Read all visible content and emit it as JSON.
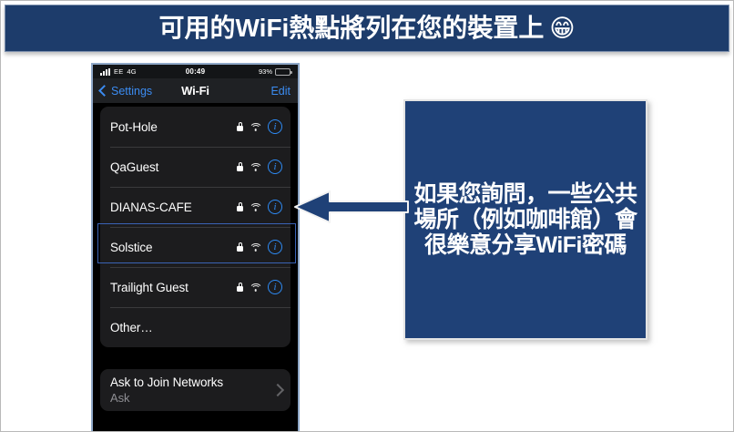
{
  "banner": {
    "text": "可用的WiFi熱點將列在您的裝置上",
    "emoji": "😁",
    "bg_color": "#1d3c6b",
    "text_color": "#ffffff"
  },
  "phone": {
    "status_bar": {
      "signal_icon": "signal-bars-icon",
      "carrier": "EE",
      "network_type": "4G",
      "time": "00:49",
      "battery_percent": "93%",
      "battery_icon": "battery-icon"
    },
    "nav_bar": {
      "back_label": "Settings",
      "back_icon": "chevron-left-icon",
      "title": "Wi-Fi",
      "edit_label": "Edit",
      "accent_color": "#3b8cf2"
    },
    "networks": [
      {
        "ssid": "Pot-Hole",
        "locked": true,
        "has_wifi": true,
        "has_info": true,
        "selected": false
      },
      {
        "ssid": "QaGuest",
        "locked": true,
        "has_wifi": true,
        "has_info": true,
        "selected": false
      },
      {
        "ssid": "DIANAS-CAFE",
        "locked": true,
        "has_wifi": true,
        "has_info": true,
        "selected": true
      },
      {
        "ssid": "Solstice",
        "locked": true,
        "has_wifi": true,
        "has_info": true,
        "selected": false
      },
      {
        "ssid": "Trailight Guest",
        "locked": true,
        "has_wifi": true,
        "has_info": true,
        "selected": false
      },
      {
        "ssid": "Other…",
        "locked": false,
        "has_wifi": false,
        "has_info": false,
        "selected": false
      }
    ],
    "ask_to_join": {
      "title": "Ask to Join Networks",
      "value": "Ask",
      "chevron_icon": "chevron-right-icon"
    },
    "highlight_color": "#3a63b5"
  },
  "callout": {
    "text": "如果您詢問，一些公共場所（例如咖啡館）會很樂意分享WiFi密碼",
    "bg_color": "#1f4177",
    "text_color": "#ffffff"
  },
  "arrow": {
    "direction": "left",
    "color": "#1f4177"
  }
}
